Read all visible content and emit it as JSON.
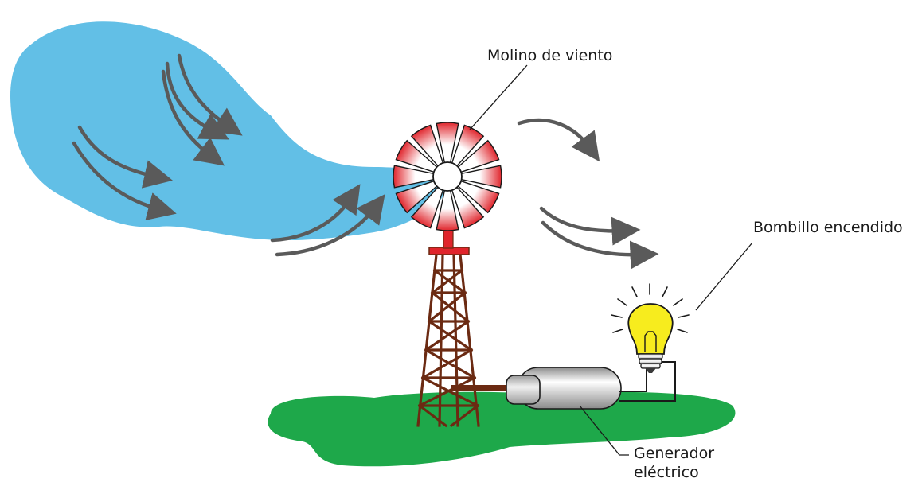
{
  "labels": {
    "windmill": "Molino de viento",
    "bulb": "Bombillo encendido",
    "generator_line1": "Generador",
    "generator_line2": "eléctrico"
  },
  "colors": {
    "wind_cloud": "#62bfe6",
    "ground": "#1ea84a",
    "tower": "#6b2a12",
    "blade_red": "#e0252c",
    "arrow": "#5a5a5a",
    "bulb_yellow": "#f7ec1e",
    "generator_gray": "#b8b8b8"
  },
  "icons": {
    "wind": "wind-arrow-icon",
    "windmill": "windmill-icon",
    "bulb": "light-bulb-icon",
    "generator": "generator-icon"
  }
}
